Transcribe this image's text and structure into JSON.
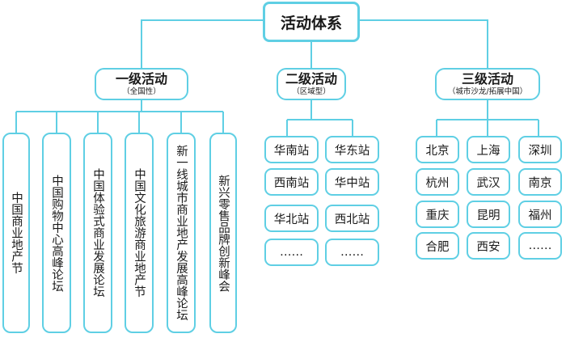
{
  "root": {
    "label": "活动体系"
  },
  "levels": [
    {
      "title": "一级活动",
      "sub": "（全国性）"
    },
    {
      "title": "二级活动",
      "sub": "（区域型）"
    },
    {
      "title": "三级活动",
      "sub": "（城市沙龙/拓展中国）"
    }
  ],
  "level1_items": [
    "中国商业地产节",
    "中国购物中心高峰论坛",
    "中国体验式商业发展论坛",
    "中国文化旅游商业地产节",
    "新一线城市商业地产发展高峰论坛",
    "新兴零售品牌创新峰会"
  ],
  "level2_items": [
    [
      "华南站",
      "华东站"
    ],
    [
      "西南站",
      "华中站"
    ],
    [
      "华北站",
      "西北站"
    ],
    [
      "……",
      "……"
    ]
  ],
  "level3_items": [
    [
      "北京",
      "上海",
      "深圳"
    ],
    [
      "杭州",
      "武汉",
      "南京"
    ],
    [
      "重庆",
      "昆明",
      "福州"
    ],
    [
      "合肥",
      "西安",
      "……"
    ]
  ],
  "colors": {
    "border": "#5fcfe4",
    "connector": "#5fcfe4"
  }
}
